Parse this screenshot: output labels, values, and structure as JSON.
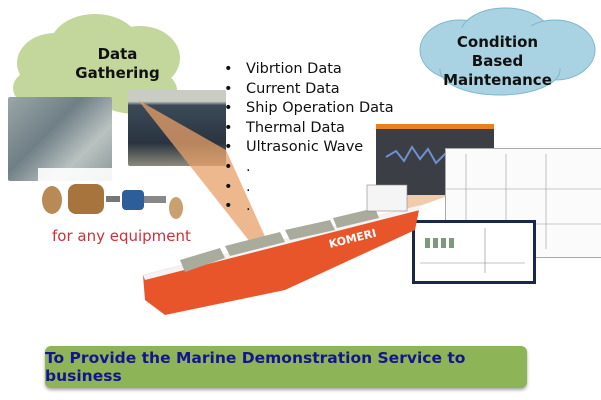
{
  "left_cloud": {
    "line1": "Data",
    "line2": "Gathering"
  },
  "right_cloud": {
    "line1": "Condition",
    "line2": "Based",
    "line3": "Maintenance"
  },
  "data_list": [
    "Vibrtion Data",
    "Current Data",
    "Ship Operation Data",
    "Thermal Data",
    "Ultrasonic Wave",
    ".",
    ".",
    "."
  ],
  "equipment_caption": "for any equipment",
  "ship_name": "KOMERI",
  "banner_text": "To Provide the Marine Demonstration Service to business",
  "colors": {
    "green_cloud": "#c3d69b",
    "blue_cloud": "#a9d3e2",
    "banner": "#8db456",
    "banner_text": "#14148f",
    "caption": "#d0303a",
    "hull": "#e8552a",
    "arrow": "#e8a068"
  }
}
